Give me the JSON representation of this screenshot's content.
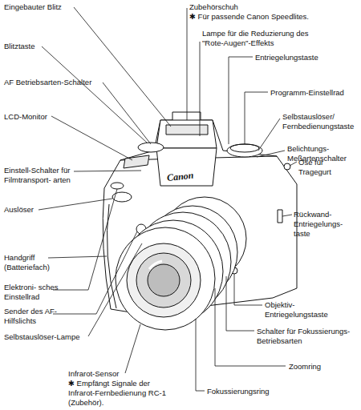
{
  "diagram": {
    "labels": [
      "Eingebauter Blitz",
      "Zubehörschuh",
      "✱ Für passende Canon Speedlites.",
      "Blitztaste",
      "Lampe für die Reduzierung des \"Rote-Augen\"-Effekts",
      "Entriegelungstaste",
      "AF Betriebsarten-Schalter",
      "Programm-Einstellrad",
      "LCD-Monitor",
      "Selbstauslöser/ Fernbedienungstaste",
      "Belichtungs- Meßartenschalter",
      "Öse für Tragegurt",
      "Einstell-Schalter für Filmtransport- arten",
      "Auslöser",
      "Rückwand- Entriegelungs- taste",
      "Handgriff (Batteriefach)",
      "Elektroni- sches Einstellrad",
      "Objektiv- Entriegelungstaste",
      "Sender des AF-Hilfslichts",
      "Schalter für Fokussierungs- Betriebsarten",
      "Selbstauslöser-Lampe",
      "Zoomring",
      "Infrarot-Sensor",
      "✱ Empfängt Signale der Infrarot-Fernbedienung RC-1 (Zubehör).",
      "Fokussierungsring",
      "Canon"
    ]
  }
}
